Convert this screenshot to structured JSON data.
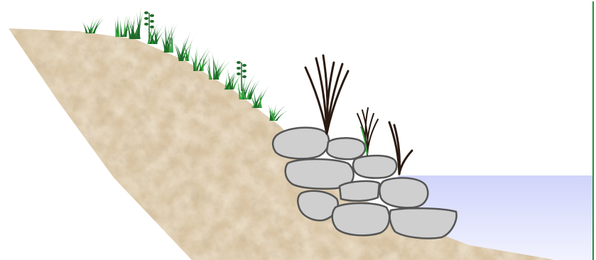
{
  "diagram": {
    "subject": "riverbank-stabilization",
    "components": [
      "soil-slope",
      "grass-clumps",
      "boulder-toe",
      "live-willow-stakes",
      "water"
    ]
  },
  "colors": {
    "soil_base": "#d8c4a4",
    "soil_light": "#ece0cc",
    "soil_dark": "#a89070",
    "grass_dark": "#1f6b2a",
    "grass_light": "#3aa542",
    "stone_fill": "#cfcfcf",
    "stone_stroke": "#555555",
    "branch": "#2a1a10",
    "water_top": "#d0d4fa",
    "water_bottom": "#f2f3ff",
    "frame": "#2e8b3a"
  }
}
